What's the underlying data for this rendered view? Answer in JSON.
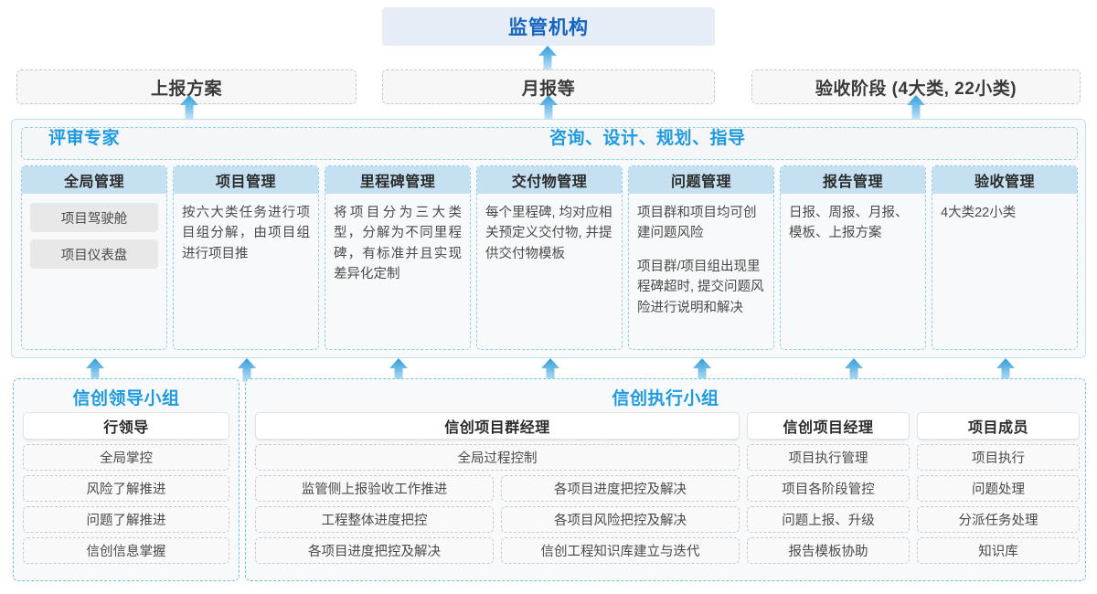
{
  "top": {
    "regulator_title": "监管机构",
    "reports": [
      {
        "label": "上报方案"
      },
      {
        "label": "月报等"
      },
      {
        "label": "验收阶段 (4大类, 22小类)"
      }
    ]
  },
  "middle": {
    "role_left": "评审专家",
    "role_right": "咨询、设计、规划、指导",
    "columns": [
      {
        "head": "全局管理",
        "pills": [
          "项目驾驶舱",
          "项目仪表盘"
        ],
        "paragraphs": []
      },
      {
        "head": "项目管理",
        "pills": [],
        "paragraphs": [
          "按六大类任务进行项目组分解，由项目组进行项目推"
        ]
      },
      {
        "head": "里程碑管理",
        "pills": [],
        "paragraphs": [
          "将项目分为三大类型，分解为不同里程碑，有标准并且实现差异化定制"
        ]
      },
      {
        "head": "交付物管理",
        "pills": [],
        "paragraphs": [
          "每个里程碑, 均对应相关预定义交付物, 并提供交付物模板"
        ]
      },
      {
        "head": "问题管理",
        "pills": [],
        "paragraphs": [
          "项目群和项目均可创建问题风险",
          "项目群/项目组出现里程碑超时, 提交问题风险进行说明和解决"
        ]
      },
      {
        "head": "报告管理",
        "pills": [],
        "paragraphs": [
          "日报、周报、月报、模板、上报方案"
        ]
      },
      {
        "head": "验收管理",
        "pills": [],
        "paragraphs": [
          "4大类22小类"
        ]
      }
    ]
  },
  "bottom": {
    "leader_group": {
      "title": "信创领导小组",
      "head": "行领导",
      "items": [
        "全局掌控",
        "风险了解推进",
        "问题了解推进",
        "信创信息掌握"
      ]
    },
    "exec_group": {
      "title": "信创执行小组",
      "program_manager": {
        "head": "信创项目群经理",
        "full_width_item": "全局过程控制",
        "left_items": [
          "监管侧上报验收工作推进",
          "工程整体进度把控",
          "各项目进度把控及解决"
        ],
        "right_items": [
          "各项目进度把控及解决",
          "各项目风险把控及解决",
          "信创工程知识库建立与迭代"
        ]
      },
      "project_manager": {
        "head": "信创项目经理",
        "items": [
          "项目执行管理",
          "项目各阶段管控",
          "问题上报、升级",
          "报告模板协助"
        ]
      },
      "member": {
        "head": "项目成员",
        "items": [
          "项目执行",
          "问题处理",
          "分派任务处理",
          "知识库"
        ]
      }
    }
  },
  "icons": {
    "arrow_up": "arrow-up-icon"
  },
  "colors": {
    "accent_blue": "#1e9ae0",
    "title_blue": "#1565c0",
    "header_fill": "#c5e0f0",
    "panel_bg": "#f7f9fa",
    "arrow": "#3aa6e0"
  }
}
